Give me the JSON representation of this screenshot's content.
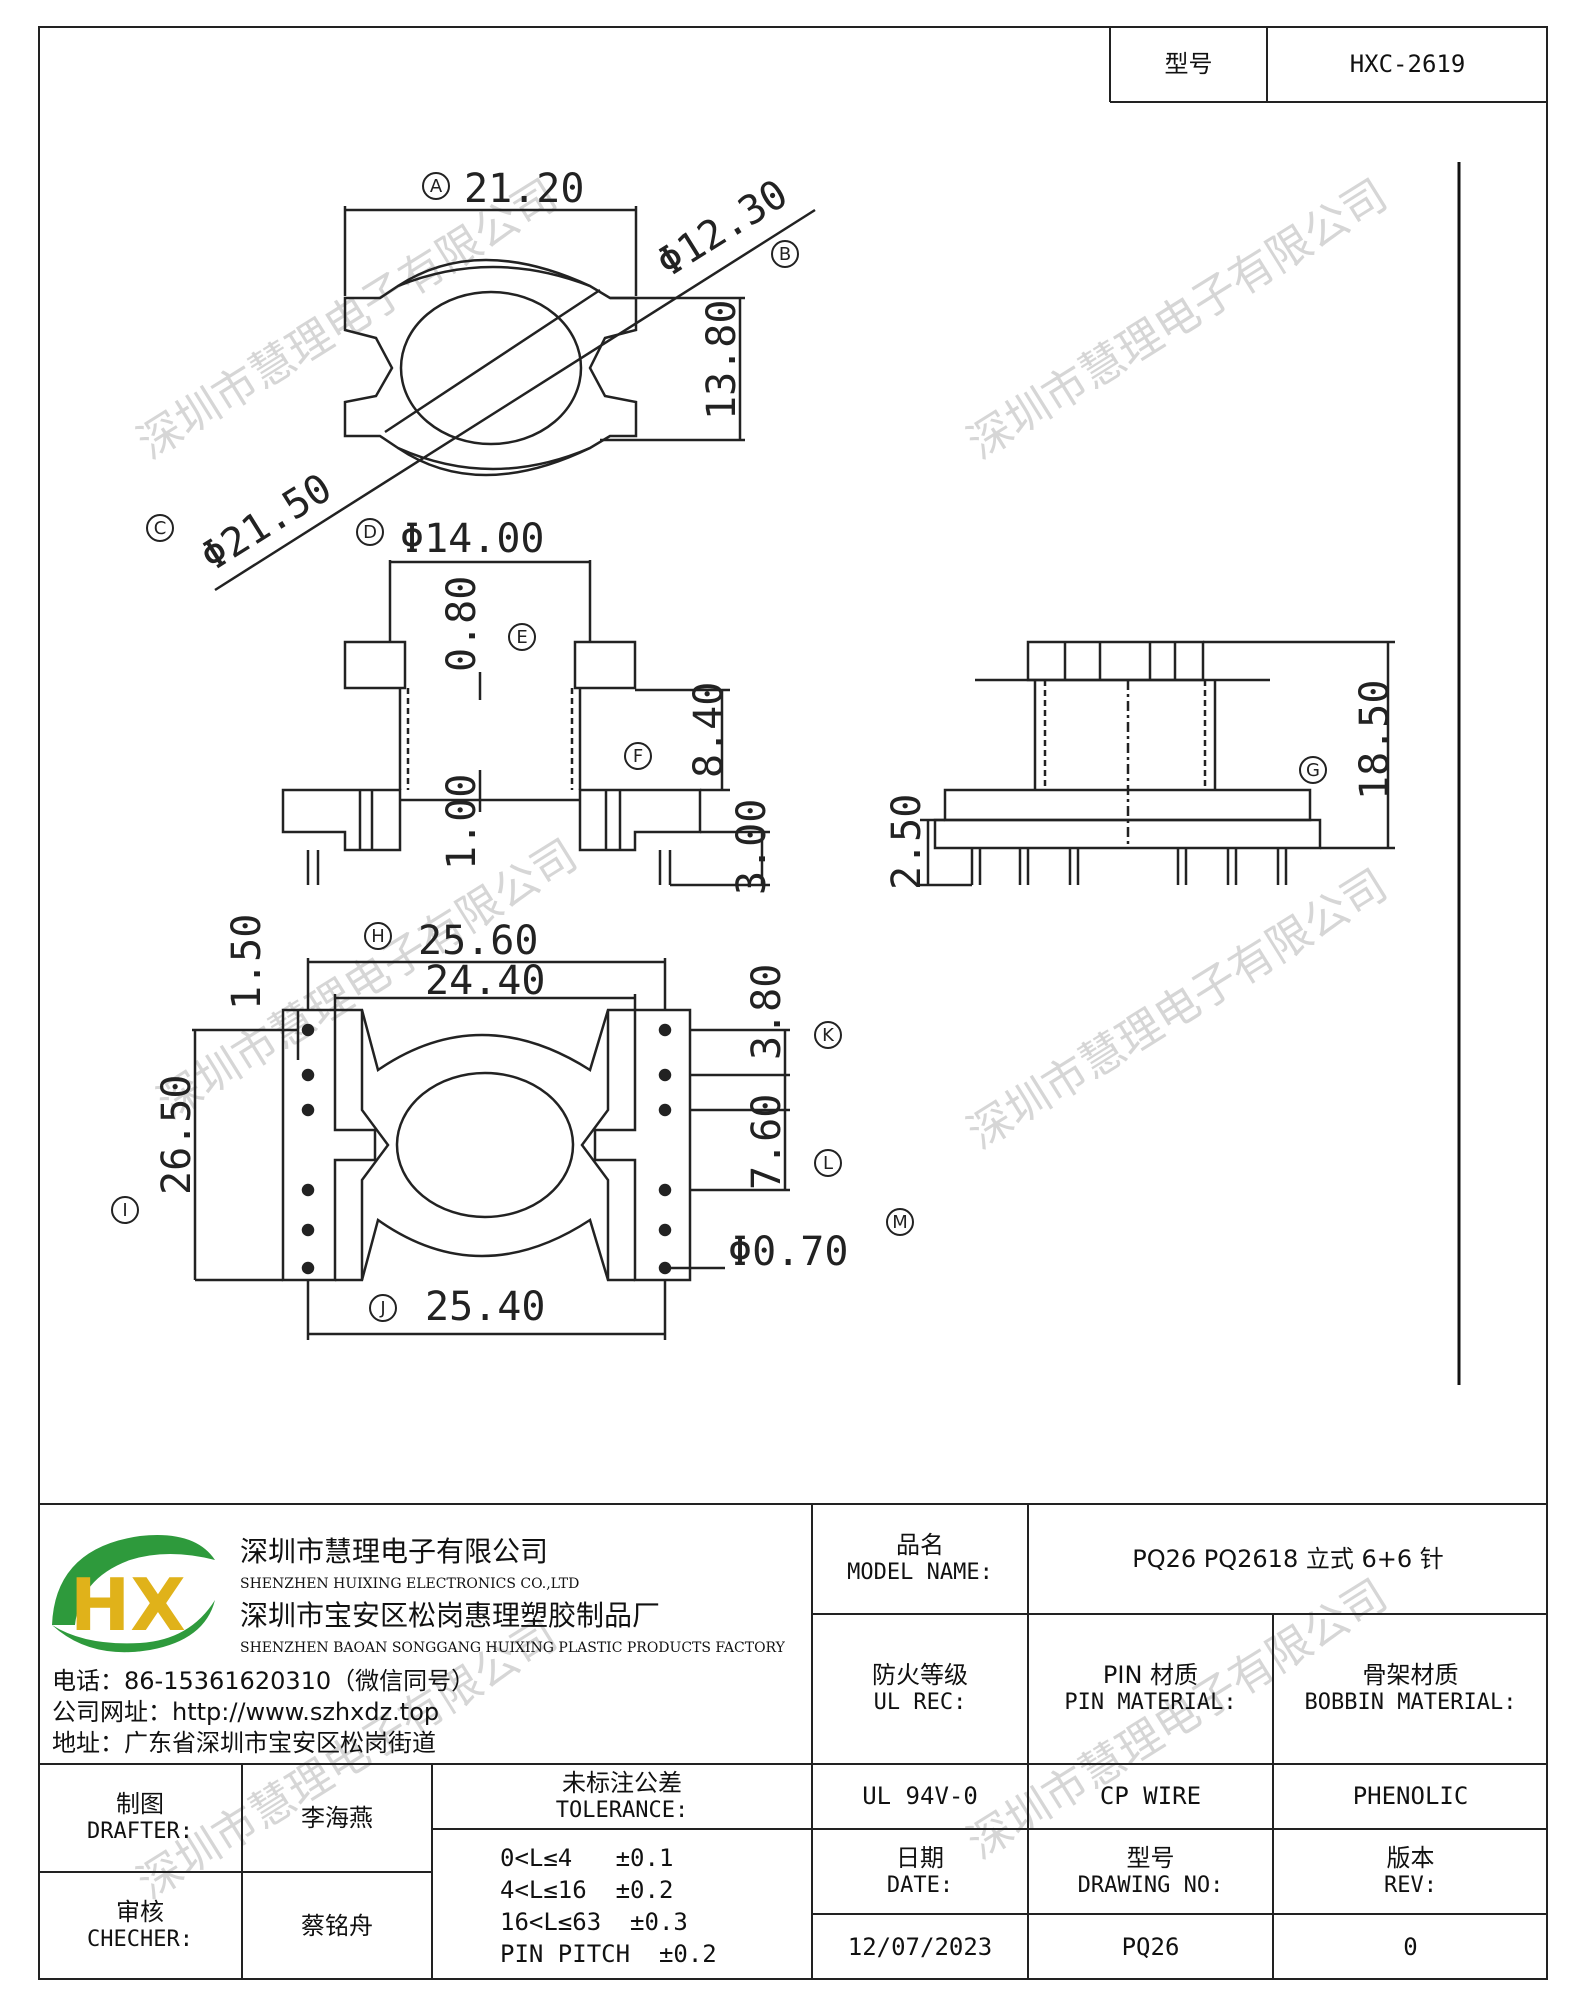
{
  "header": {
    "model_label": "型号",
    "model_value": "HXC-2619"
  },
  "dimensions": {
    "A": "21.20",
    "B": "Φ12.30",
    "C": "Φ21.50",
    "D": "Φ14.00",
    "E": "0.80",
    "F": "8.40",
    "f1": "1.00",
    "f2": "3.00",
    "G": "18.50",
    "g1": "2.50",
    "H": "25.60",
    "h1": "24.40",
    "h2": "1.50",
    "I": "26.50",
    "J": "25.40",
    "K": "3.80",
    "L": "7.60",
    "M": "Φ0.70"
  },
  "markers": {
    "A": "A",
    "B": "B",
    "C": "C",
    "D": "D",
    "E": "E",
    "F": "F",
    "G": "G",
    "H": "H",
    "I": "I",
    "J": "J",
    "K": "K",
    "L": "L",
    "M": "M"
  },
  "watermark": "深圳市慧理电子有限公司",
  "company": {
    "logo": "HX",
    "name_cn": "深圳市慧理电子有限公司",
    "name_en": "SHENZHEN HUIXING ELECTRONICS CO.,LTD",
    "factory_cn": "深圳市宝安区松岗惠理塑胶制品厂",
    "factory_en": "SHENZHEN BAOAN SONGGANG HUIXING PLASTIC PRODUCTS FACTORY",
    "phone": "电话：86-15361620310（微信同号）",
    "website": "公司网址：http://www.szhxdz.top",
    "address": "地址：广东省深圳市宝安区松岗街道"
  },
  "title_block": {
    "model_name_cn": "品名",
    "model_name_en": "MODEL NAME:",
    "model_name_value": "PQ26 PQ2618 立式 6+6 针",
    "ul_cn": "防火等级",
    "ul_en": "UL REC:",
    "pin_cn": "PIN 材质",
    "pin_en": "PIN MATERIAL:",
    "bobbin_cn": "骨架材质",
    "bobbin_en": "BOBBIN MATERIAL:",
    "ul_value": "UL 94V-0",
    "pin_value": "CP WIRE",
    "bobbin_value": "PHENOLIC",
    "drafter_cn": "制图",
    "drafter_en": "DRAFTER:",
    "drafter_name": "李海燕",
    "checker_cn": "审核",
    "checker_en": "CHECHER:",
    "checker_name": "蔡铭舟",
    "tolerance_cn": "未标注公差",
    "tolerance_en": "TOLERANCE:",
    "tolerances": [
      "0<L≤4   ±0.1",
      "4<L≤16  ±0.2",
      "16<L≤63  ±0.3",
      "PIN PITCH  ±0.2"
    ],
    "date_cn": "日期",
    "date_en": "DATE:",
    "date_value": "12/07/2023",
    "drawing_cn": "型号",
    "drawing_en": "DRAWING NO:",
    "drawing_value": "PQ26",
    "rev_cn": "版本",
    "rev_en": "REV:",
    "rev_value": "0"
  }
}
